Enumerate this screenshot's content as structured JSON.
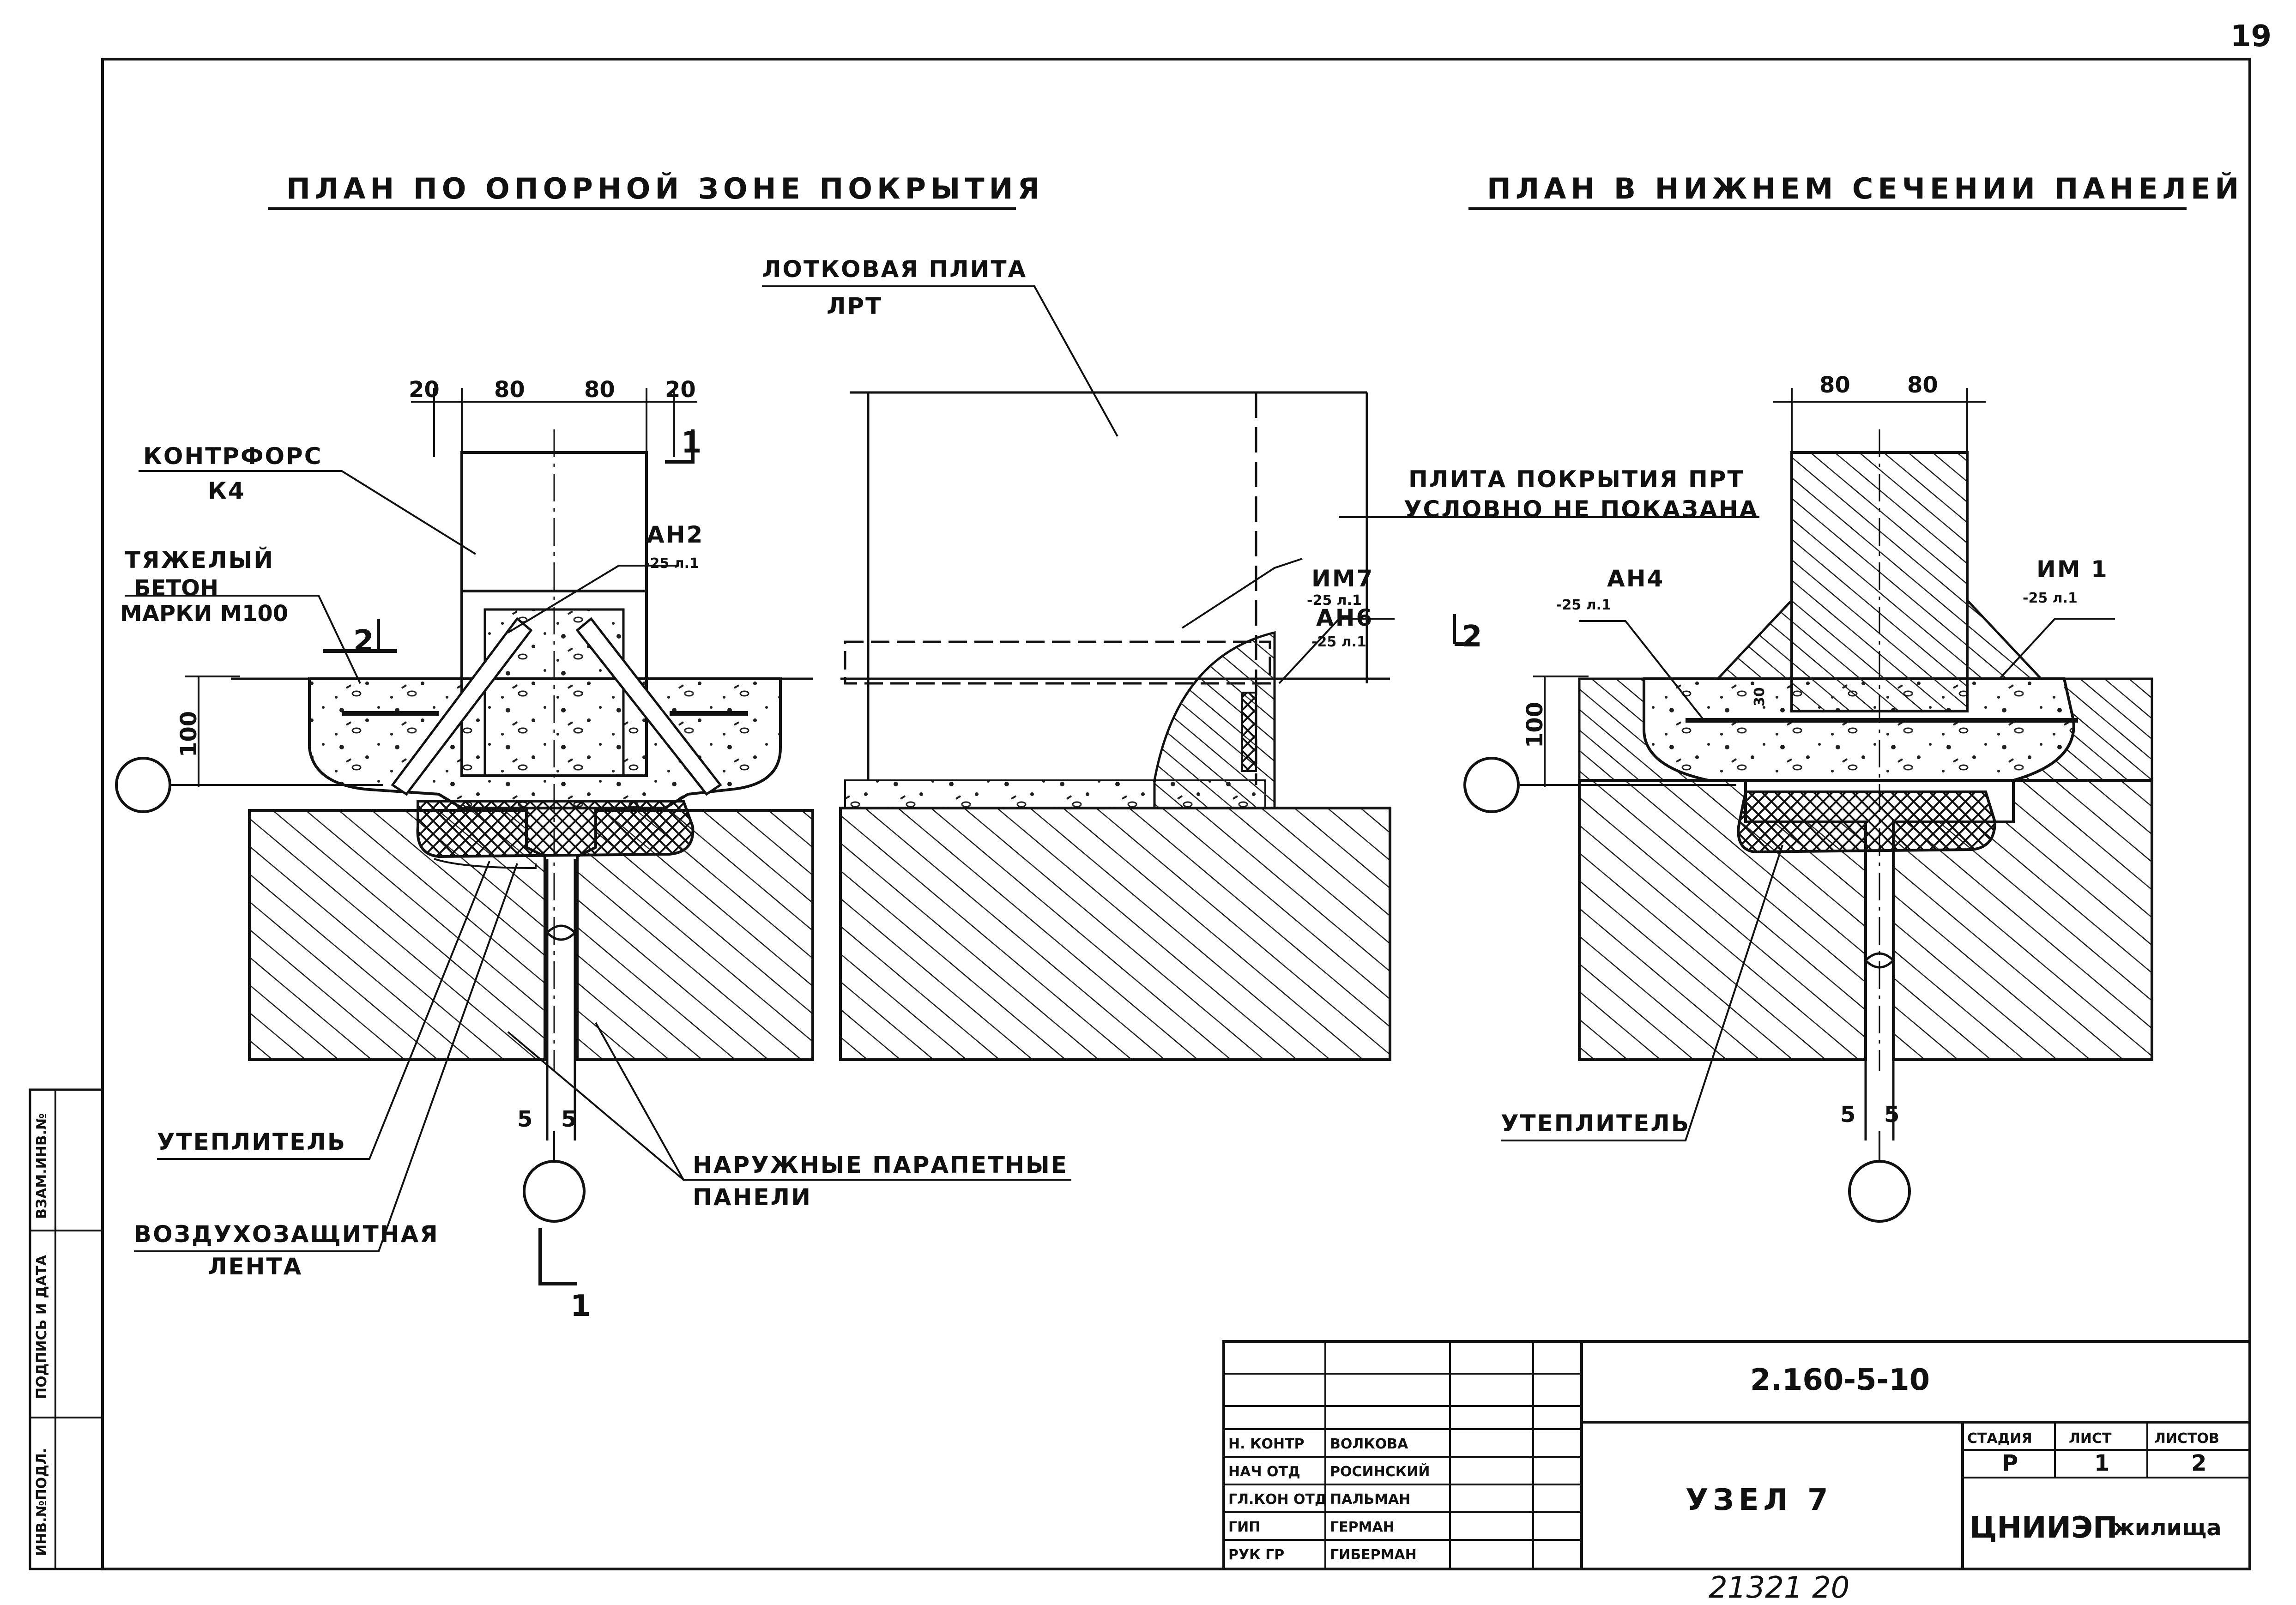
{
  "page_number": "19",
  "titles": {
    "left": "ПЛАН ПО ОПОРНОЙ ЗОНЕ ПОКРЫТИЯ",
    "right": "ПЛАН В НИЖНЕМ СЕЧЕНИИ ПАНЕЛЕЙ"
  },
  "labels": {
    "lotkovaya_1": "ЛОТКОВАЯ ПЛИТА",
    "lotkovaya_2": "ЛРТ",
    "plita_pokr_1": "ПЛИТА ПОКРЫТИЯ ПРТ",
    "plita_pokr_2": "УСЛОВНО НЕ ПОКАЗАНА",
    "kontrfors_1": "КОНТРФОРС",
    "kontrfors_2": "К4",
    "beton_1": "ТЯЖЕЛЫЙ",
    "beton_2": "БЕТОН",
    "beton_3": "МАРКИ М100",
    "an2": "АН2",
    "an2_sub": "-25 л.1",
    "im7": "ИМ7",
    "im7_sub": "-25 л.1",
    "an6": "АН6",
    "an6_sub": "-25 л.1",
    "an4": "АН4",
    "an4_sub": "-25 л.1",
    "im1": "ИМ 1",
    "im1_sub": "-25 л.1",
    "uteplitel_left": "УТЕПЛИТЕЛЬ",
    "uteplitel_right": "УТЕПЛИТЕЛЬ",
    "vozd_1": "ВОЗДУХОЗАЩИТНАЯ",
    "vozd_2": "ЛЕНТА",
    "panels_1": "НАРУЖНЫЕ ПАРАПЕТНЫЕ",
    "panels_2": "ПАНЕЛИ",
    "sec1_top": "1",
    "sec1_bottom": "1",
    "sec2_left": "2",
    "sec2_right": "2"
  },
  "dimensions": {
    "left_20a": "20",
    "left_80a": "80",
    "left_80b": "80",
    "left_20b": "20",
    "left_100": "100",
    "left_5a": "5",
    "left_5b": "5",
    "right_80a": "80",
    "right_80b": "80",
    "right_100": "100",
    "right_30": "30",
    "right_5a": "5",
    "right_5b": "5"
  },
  "side_stamp": [
    "ИНВ.№ПОДЛ.",
    "ПОДПИСЬ И ДАТА",
    "ВЗАМ.ИНВ.№"
  ],
  "title_block": {
    "doc_code": "2.160-5-10",
    "rows": [
      {
        "role": "Н. КОНТР",
        "name": "ВОЛКОВА"
      },
      {
        "role": "НАЧ ОТД",
        "name": "РОСИНСКИЙ"
      },
      {
        "role": "ГЛ.КОН ОТД",
        "name": "ПАЛЬМАН"
      },
      {
        "role": "ГИП",
        "name": "ГЕРМАН"
      },
      {
        "role": "РУК ГР",
        "name": "ГИБЕРМАН"
      }
    ],
    "node_name": "УЗЕЛ 7",
    "stage_header": "СТАДИЯ",
    "sheet_header": "ЛИСТ",
    "sheets_header": "ЛИСТОВ",
    "stage": "Р",
    "sheet": "1",
    "sheets": "2",
    "org": "ЦНИИЭП",
    "org_suffix": "жилища"
  },
  "footer_number": "21321 20"
}
